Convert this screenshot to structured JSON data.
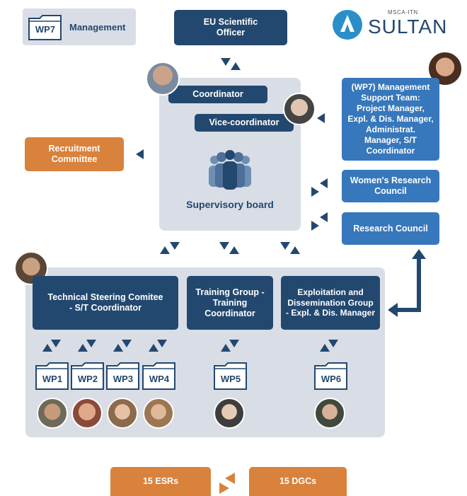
{
  "wp7_badge": {
    "folder": "WP7",
    "label": "Management"
  },
  "eu_officer": "EU Scientific Officer",
  "logo": {
    "small": "MSCA-ITN",
    "main": "SULTAN"
  },
  "coordinator": "Coordinator",
  "vice_coordinator": "Vice-coordinator",
  "supervisory_board": "Supervisory board",
  "recruitment": "Recruitment Committee",
  "management_team": "(WP7) Management Support Team: Project Manager, Expl. & Dis. Manager, Administrat. Manager, S/T Coordinator",
  "womens_council": "Women's Research Council",
  "research_council": "Research Council",
  "groups": {
    "technical": "Technical Steering Comitee - S/T Coordinator",
    "training": "Training Group - Training Coordinator",
    "exploitation": "Exploitation and Dissemination Group - Expl. & Dis. Manager"
  },
  "work_packages": [
    "WP1",
    "WP2",
    "WP3",
    "WP4",
    "WP5",
    "WP6"
  ],
  "bottom": {
    "esrs": "15 ESRs",
    "dgcs": "15 DGCs"
  },
  "colors": {
    "navy": "#23486f",
    "blue": "#3777bb",
    "orange": "#d9823c",
    "panel": "#d9dde6"
  }
}
